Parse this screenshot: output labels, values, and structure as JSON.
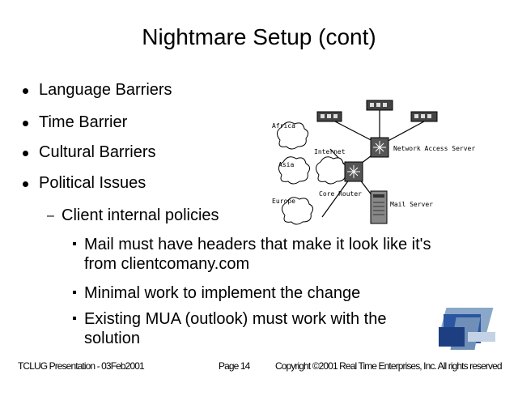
{
  "slide": {
    "title": "Nightmare Setup (cont)",
    "bullets": [
      "Language Barriers",
      "Time Barrier",
      "Cultural Barriers",
      "Political Issues"
    ],
    "sub_heading": "Client internal policies",
    "sub_items": [
      "Mail must have headers that make it look like it's from clientcomany.com",
      "Minimal work to implement the change",
      "Existing MUA (outlook) must work with the solution"
    ]
  },
  "diagram": {
    "labels": {
      "africa": "Africa",
      "asia": "Asia",
      "europe": "Europe",
      "internet": "Internet",
      "network_access_server": "Network Access Server",
      "core_router": "Core Router",
      "mail_server": "Mail Server"
    }
  },
  "footer": {
    "left": "TCLUG Presentation - 03Feb2001",
    "center": "Page 14",
    "right": "Copyright ©2001 Real Time Enterprises, Inc. All rights reserved"
  }
}
